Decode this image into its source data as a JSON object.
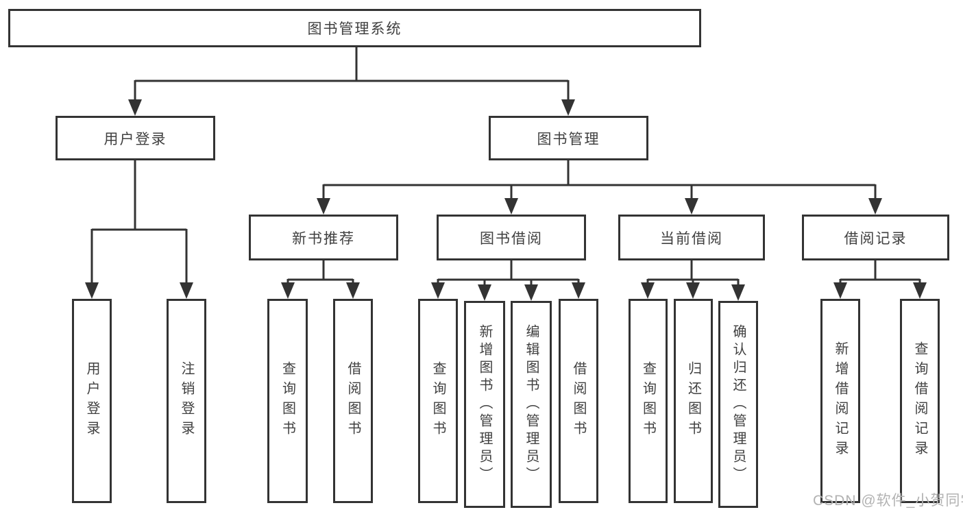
{
  "diagram": {
    "root": {
      "label": "图书管理系统",
      "children": [
        {
          "label": "用户登录",
          "children": [
            {
              "label": "用户登录"
            },
            {
              "label": "注销登录"
            }
          ]
        },
        {
          "label": "图书管理",
          "children": [
            {
              "label": "新书推荐",
              "children": [
                {
                  "label": "查询图书"
                },
                {
                  "label": "借阅图书"
                }
              ]
            },
            {
              "label": "图书借阅",
              "children": [
                {
                  "label": "查询图书"
                },
                {
                  "label": "新增图书（管理员）"
                },
                {
                  "label": "编辑图书（管理员）"
                },
                {
                  "label": "借阅图书"
                }
              ]
            },
            {
              "label": "当前借阅",
              "children": [
                {
                  "label": "查询图书"
                },
                {
                  "label": "归还图书"
                },
                {
                  "label": "确认归还（管理员）"
                }
              ]
            },
            {
              "label": "借阅记录",
              "children": [
                {
                  "label": "新增借阅记录"
                },
                {
                  "label": "查询借阅记录"
                }
              ]
            }
          ]
        }
      ]
    }
  },
  "watermark": {
    "text": "CSDN @软件_小贺同学"
  },
  "colors": {
    "line": "#333333",
    "box_border": "#333333",
    "box_fill": "#ffffff",
    "text": "#404040",
    "watermark": "#b2b2b2"
  }
}
